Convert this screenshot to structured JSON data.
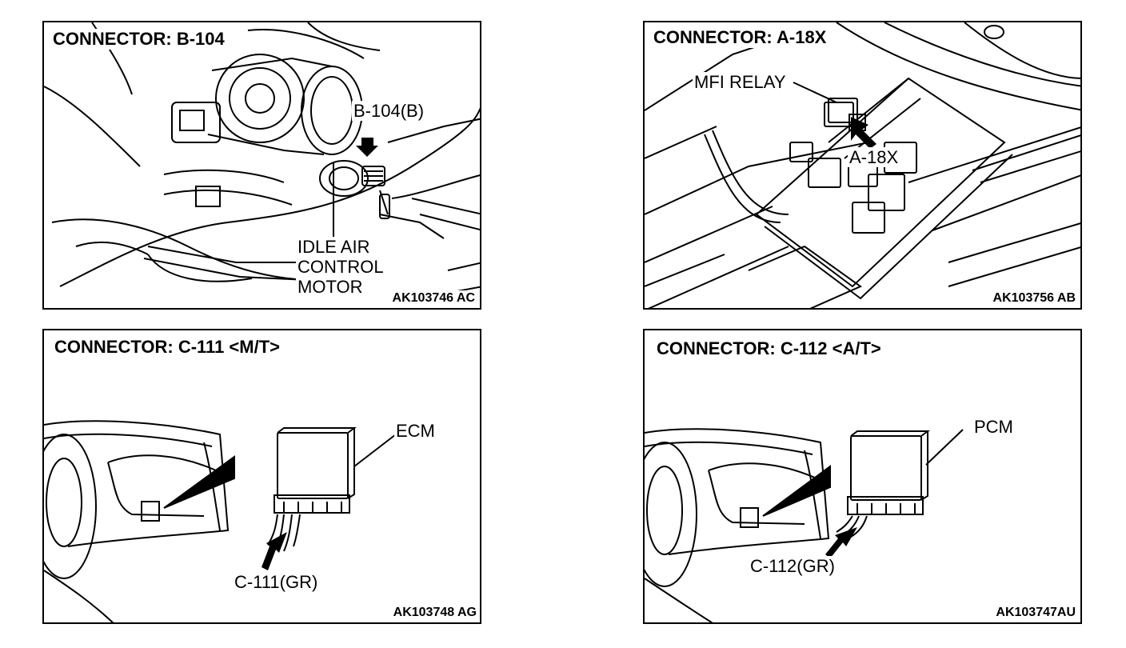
{
  "panels": [
    {
      "title": "CONNECTOR: B-104",
      "code": "AK103746 AC",
      "connector_label": "B-104(B)",
      "component_lines": [
        "IDLE AIR",
        "CONTROL",
        "MOTOR"
      ]
    },
    {
      "title": "CONNECTOR: A-18X",
      "code": "AK103756 AB",
      "relay_label": "MFI RELAY",
      "connector_label": "A-18X"
    },
    {
      "title": "CONNECTOR: C-111 <M/T>",
      "code": "AK103748 AG",
      "component_label": "ECM",
      "connector_label": "C-111(GR)"
    },
    {
      "title": "CONNECTOR: C-112 <A/T>",
      "code": "AK103747AU",
      "component_label": "PCM",
      "connector_label": "C-112(GR)"
    }
  ]
}
